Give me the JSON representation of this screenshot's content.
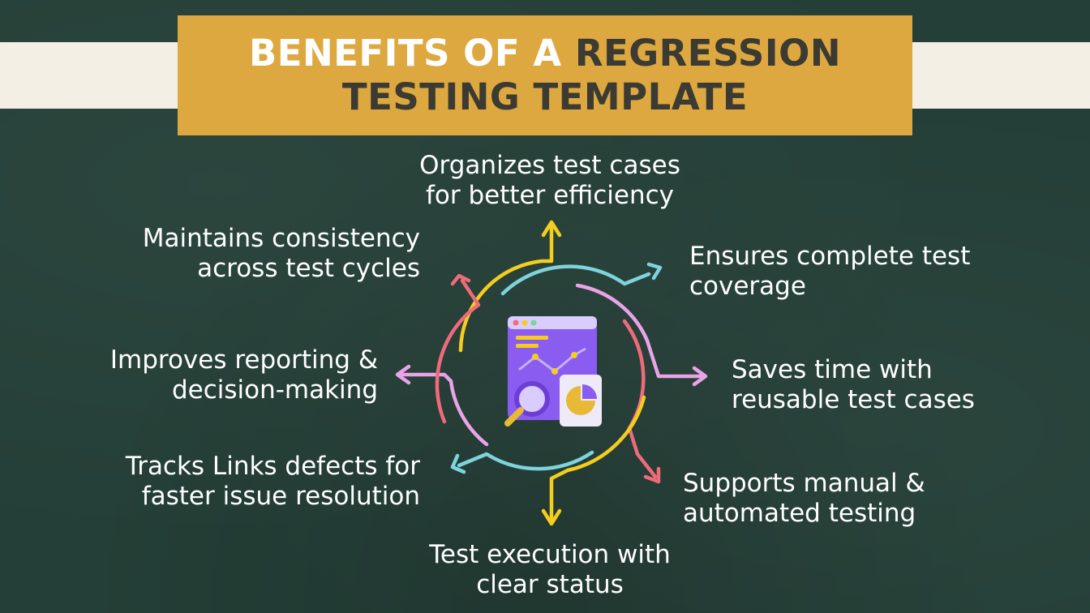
{
  "title": {
    "line1_white": "BENEFITS OF A ",
    "line1_dark": "REGRESSION",
    "line2": "TESTING TEMPLATE"
  },
  "benefits": {
    "top": [
      "Organizes test cases",
      "for better efficiency"
    ],
    "upper_left": [
      "Maintains consistency",
      "across test cycles"
    ],
    "upper_right": [
      "Ensures complete test",
      "coverage"
    ],
    "left": [
      "Improves reporting &",
      "decision-making"
    ],
    "right": [
      "Saves time with",
      "reusable test cases"
    ],
    "lower_left": [
      "Tracks Links defects for",
      "faster issue resolution"
    ],
    "lower_right": [
      "Supports manual &",
      "automated testing"
    ],
    "bottom": [
      "Test execution with",
      "clear status"
    ]
  },
  "colors": {
    "background": "#243f37",
    "band": "#f4efe4",
    "title_box": "#dda83f",
    "title_dark_text": "#3b3a33",
    "arrow_yellow": "#f5cd1e",
    "arrow_cyan": "#7fd3dc",
    "arrow_pink": "#e9a4e7",
    "arrow_red": "#ef6b7b",
    "icon_purple": "#8b5cf0"
  },
  "icons": {
    "center": "analytics-dashboard-icon"
  }
}
